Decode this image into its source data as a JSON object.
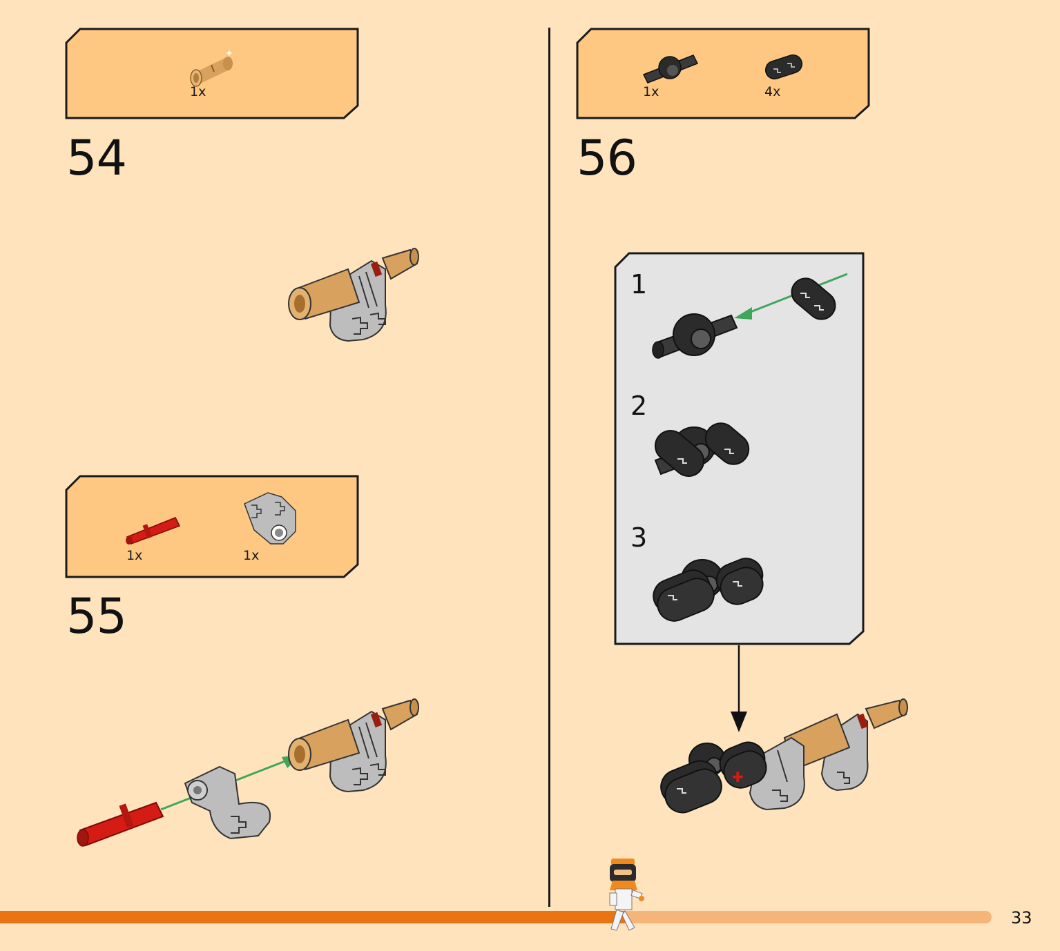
{
  "colors": {
    "page_bg": "#ffe3bd",
    "callout_bg": "#fec882",
    "submodel_bg": "#e4e4e4",
    "progress_done": "#ea7412",
    "progress_remaining": "#f5b478",
    "arrow_green": "#3fa65a",
    "tan": "#d9a15e",
    "light_gray": "#b8b8b8",
    "black_part": "#2b2b2b",
    "red_part": "#d41b14"
  },
  "steps": [
    {
      "number": "54",
      "parts": [
        {
          "icon": "tan-connector-icon",
          "qty": "1x"
        }
      ]
    },
    {
      "number": "55",
      "parts": [
        {
          "icon": "red-axle-pin-icon",
          "qty": "1x"
        },
        {
          "icon": "gray-double-bent-connector-icon",
          "qty": "1x"
        }
      ]
    },
    {
      "number": "56",
      "parts": [
        {
          "icon": "black-axle-connector-hub-icon",
          "qty": "1x"
        },
        {
          "icon": "black-beam-2-icon",
          "qty": "4x"
        }
      ],
      "substeps": [
        "1",
        "2",
        "3"
      ]
    }
  ],
  "progress": {
    "fraction": 0.63
  },
  "page_number": "33"
}
